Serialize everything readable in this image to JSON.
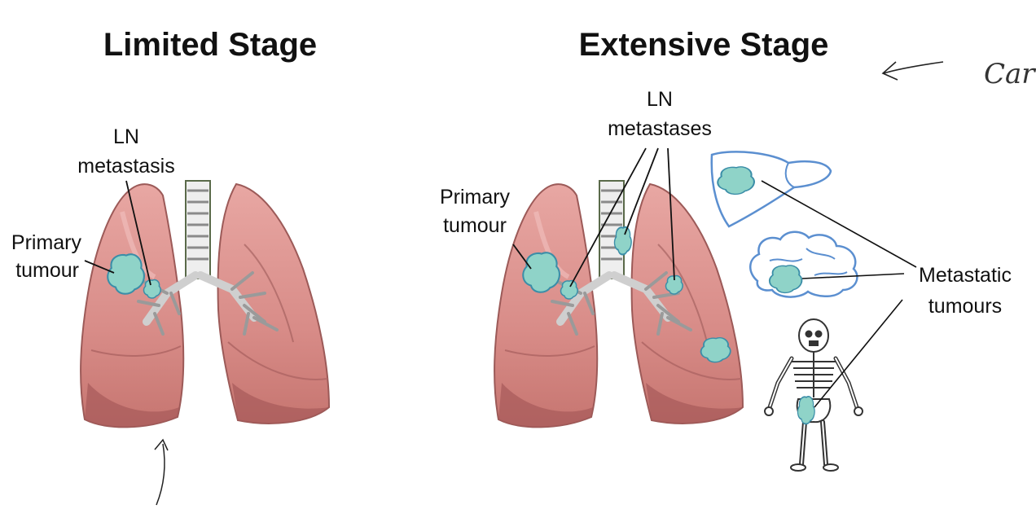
{
  "panels": {
    "limited": {
      "title": "Limited Stage",
      "ln_label_line1": "LN",
      "ln_label_line2": "metastasis",
      "primary_label_line1": "Primary",
      "primary_label_line2": "tumour"
    },
    "extensive": {
      "title": "Extensive Stage",
      "ln_label_line1": "LN",
      "ln_label_line2": "metastases",
      "primary_label_line1": "Primary",
      "primary_label_line2": "tumour",
      "metastatic_label_line1": "Metastatic",
      "metastatic_label_line2": "tumours"
    }
  },
  "annotation": {
    "handwritten_text": "Car"
  },
  "colors": {
    "lung_fill": "#dc8f8c",
    "lung_dark": "#a65a5a",
    "tumour_fill": "#8fd3c8",
    "tumour_stroke": "#3b8ea8",
    "organ_stroke": "#5b8fd0"
  }
}
